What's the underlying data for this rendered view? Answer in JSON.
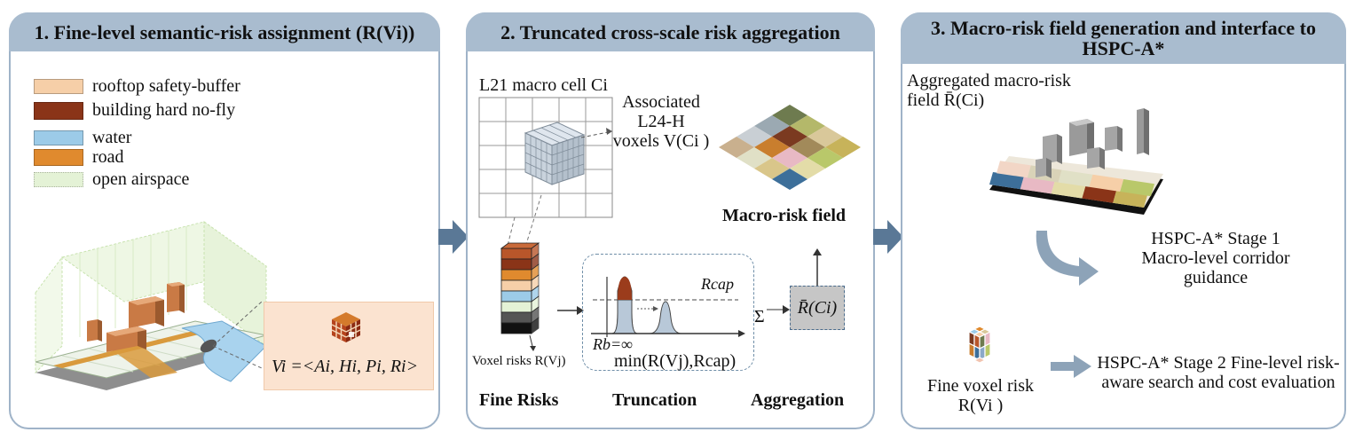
{
  "panel1": {
    "title": "1. Fine-level semantic-risk assignment (R(Vi))",
    "legend": [
      {
        "label": "rooftop safety-buffer",
        "color": "#f6cfa8"
      },
      {
        "label": "building hard no-fly",
        "color": "#8a3418"
      },
      {
        "label": "water",
        "color": "#9ccbe8"
      },
      {
        "label": "road",
        "color": "#e08a2e"
      },
      {
        "label": "open airspace",
        "color": "#e4f2d6"
      }
    ],
    "voxel_formula": "Vi =<Ai, Hi, Pi, Ri>"
  },
  "panel2": {
    "title": "2. Truncated cross-scale risk aggregation",
    "macro_cell_label": "L21 macro cell Ci",
    "associated_label": "Associated L24-H voxels V(Ci )",
    "macro_risk_field_label": "Macro-risk field",
    "voxel_risks_label": "Voxel risks R(Vj)",
    "r_cap_label": "Rcap",
    "r_b_label": "Rb=∞",
    "min_label": "min(R(Vj),Rcap)",
    "sigma_label": "Σ",
    "aggregate_box_label": "R̄(Ci)",
    "stage_labels": [
      "Fine Risks",
      "Truncation",
      "Aggregation"
    ]
  },
  "panel3": {
    "title": "3. Macro-risk field generation and interface to HSPC-A*",
    "aggregated_label": "Aggregated macro-risk field R̄(Ci)",
    "stage1_label": "HSPC-A* Stage 1 Macro-level corridor guidance",
    "fine_voxel_label": "Fine voxel risk R(Vi )",
    "stage2_label": "HSPC-A* Stage 2 Fine-level risk-aware search and cost evaluation"
  },
  "colors": {
    "panel_border": "#9fb3c8",
    "panel_header": "#a9bccf",
    "flow_arrow": "#5a7896",
    "curved_arrow": "#8da3b8"
  }
}
